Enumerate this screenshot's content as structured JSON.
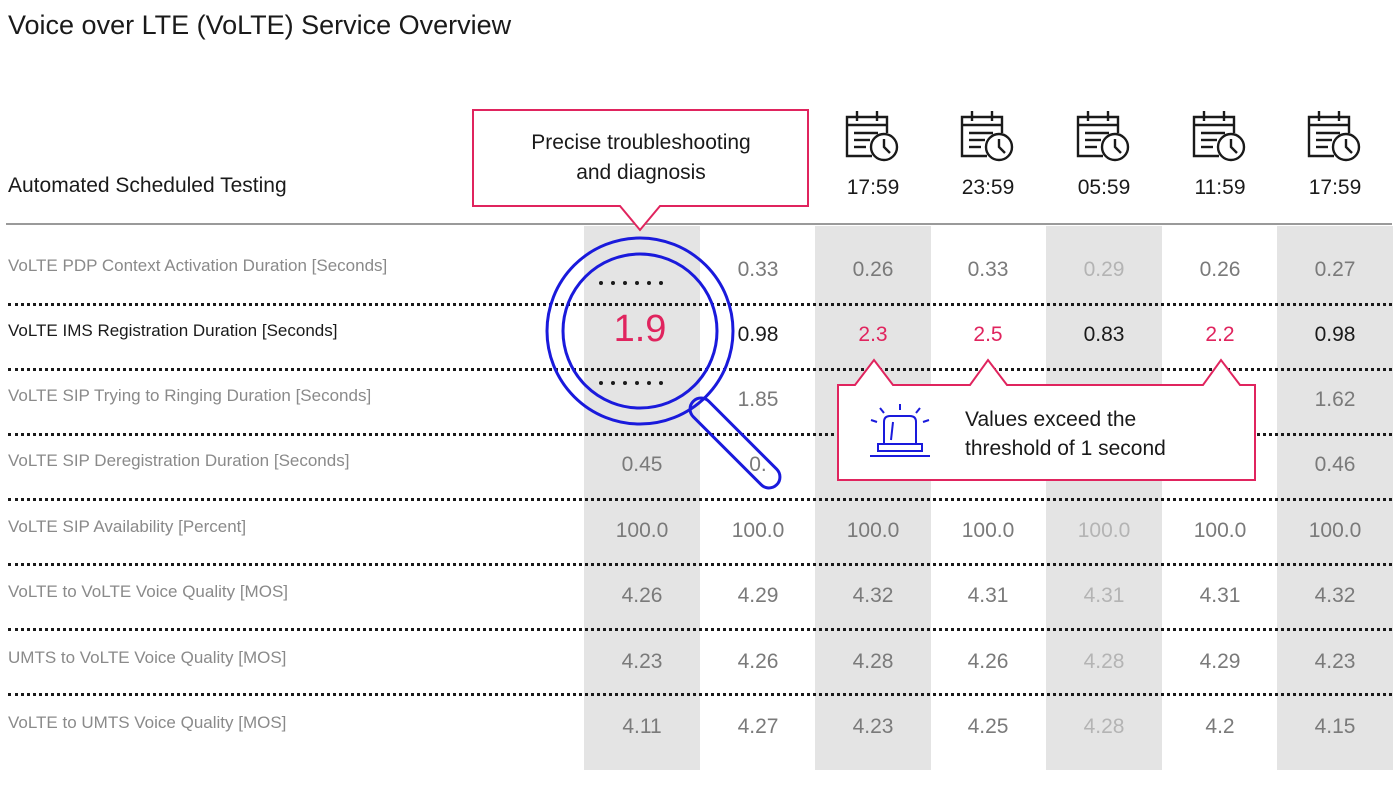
{
  "title": "Voice over LTE (VoLTE) Service Overview",
  "section_label": "Automated Scheduled Testing",
  "callout": {
    "line1": "Precise troubleshooting",
    "line2": "and diagnosis"
  },
  "magnified_value": "1.9",
  "alert": {
    "line1": "Values exceed the",
    "line2": "threshold of 1 second"
  },
  "icons": {
    "schedule": "calendar-clock-icon",
    "magnifier": "magnifier-icon",
    "alarm": "alarm-light-icon"
  },
  "colors": {
    "accent": "#e0245e",
    "magnifier": "#1a1adc",
    "shade": "#e4e4e4"
  },
  "columns": [
    {
      "time": ""
    },
    {
      "time": ""
    },
    {
      "time": "17:59"
    },
    {
      "time": "23:59"
    },
    {
      "time": "05:59"
    },
    {
      "time": "11:59"
    },
    {
      "time": "17:59"
    }
  ],
  "rows": [
    {
      "label": "VoLTE PDP Context Activation Duration [Seconds]",
      "values": [
        "",
        "0.33",
        "0.26",
        "0.33",
        "0.29",
        "0.26",
        "0.27"
      ]
    },
    {
      "label": "VoLTE IMS Registration Duration [Seconds]",
      "values": [
        "",
        "0.98",
        "2.3",
        "2.5",
        "0.83",
        "2.2",
        "0.98"
      ]
    },
    {
      "label": "VoLTE SIP Trying to Ringing Duration [Seconds]",
      "values": [
        "",
        "1.85",
        "",
        "",
        "",
        "",
        "1.62"
      ]
    },
    {
      "label": "VoLTE SIP Deregistration Duration [Seconds]",
      "values": [
        "0.45",
        "0.",
        "",
        "",
        "",
        "",
        "0.46"
      ]
    },
    {
      "label": "VoLTE SIP Availability [Percent]",
      "values": [
        "100.0",
        "100.0",
        "100.0",
        "100.0",
        "100.0",
        "100.0",
        "100.0"
      ]
    },
    {
      "label": "VoLTE to VoLTE Voice Quality [MOS]",
      "values": [
        "4.26",
        "4.29",
        "4.32",
        "4.31",
        "4.31",
        "4.31",
        "4.32"
      ]
    },
    {
      "label": "UMTS to VoLTE Voice Quality [MOS]",
      "values": [
        "4.23",
        "4.26",
        "4.28",
        "4.26",
        "4.28",
        "4.29",
        "4.23"
      ]
    },
    {
      "label": "VoLTE to UMTS Voice Quality [MOS]",
      "values": [
        "4.11",
        "4.27",
        "4.23",
        "4.25",
        "4.28",
        "4.2",
        "4.15"
      ]
    }
  ]
}
